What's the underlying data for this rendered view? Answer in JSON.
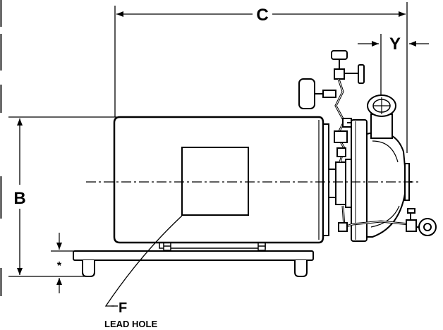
{
  "dimensions": {
    "c_label": "C",
    "y_label": "Y",
    "b_label": "B",
    "base_label": "*"
  },
  "callout": {
    "f_label": "F",
    "f_caption": "LEAD HOLE"
  },
  "colors": {
    "line": "#000000",
    "background": "#ffffff",
    "edge_tab": "#6b6b6b"
  }
}
